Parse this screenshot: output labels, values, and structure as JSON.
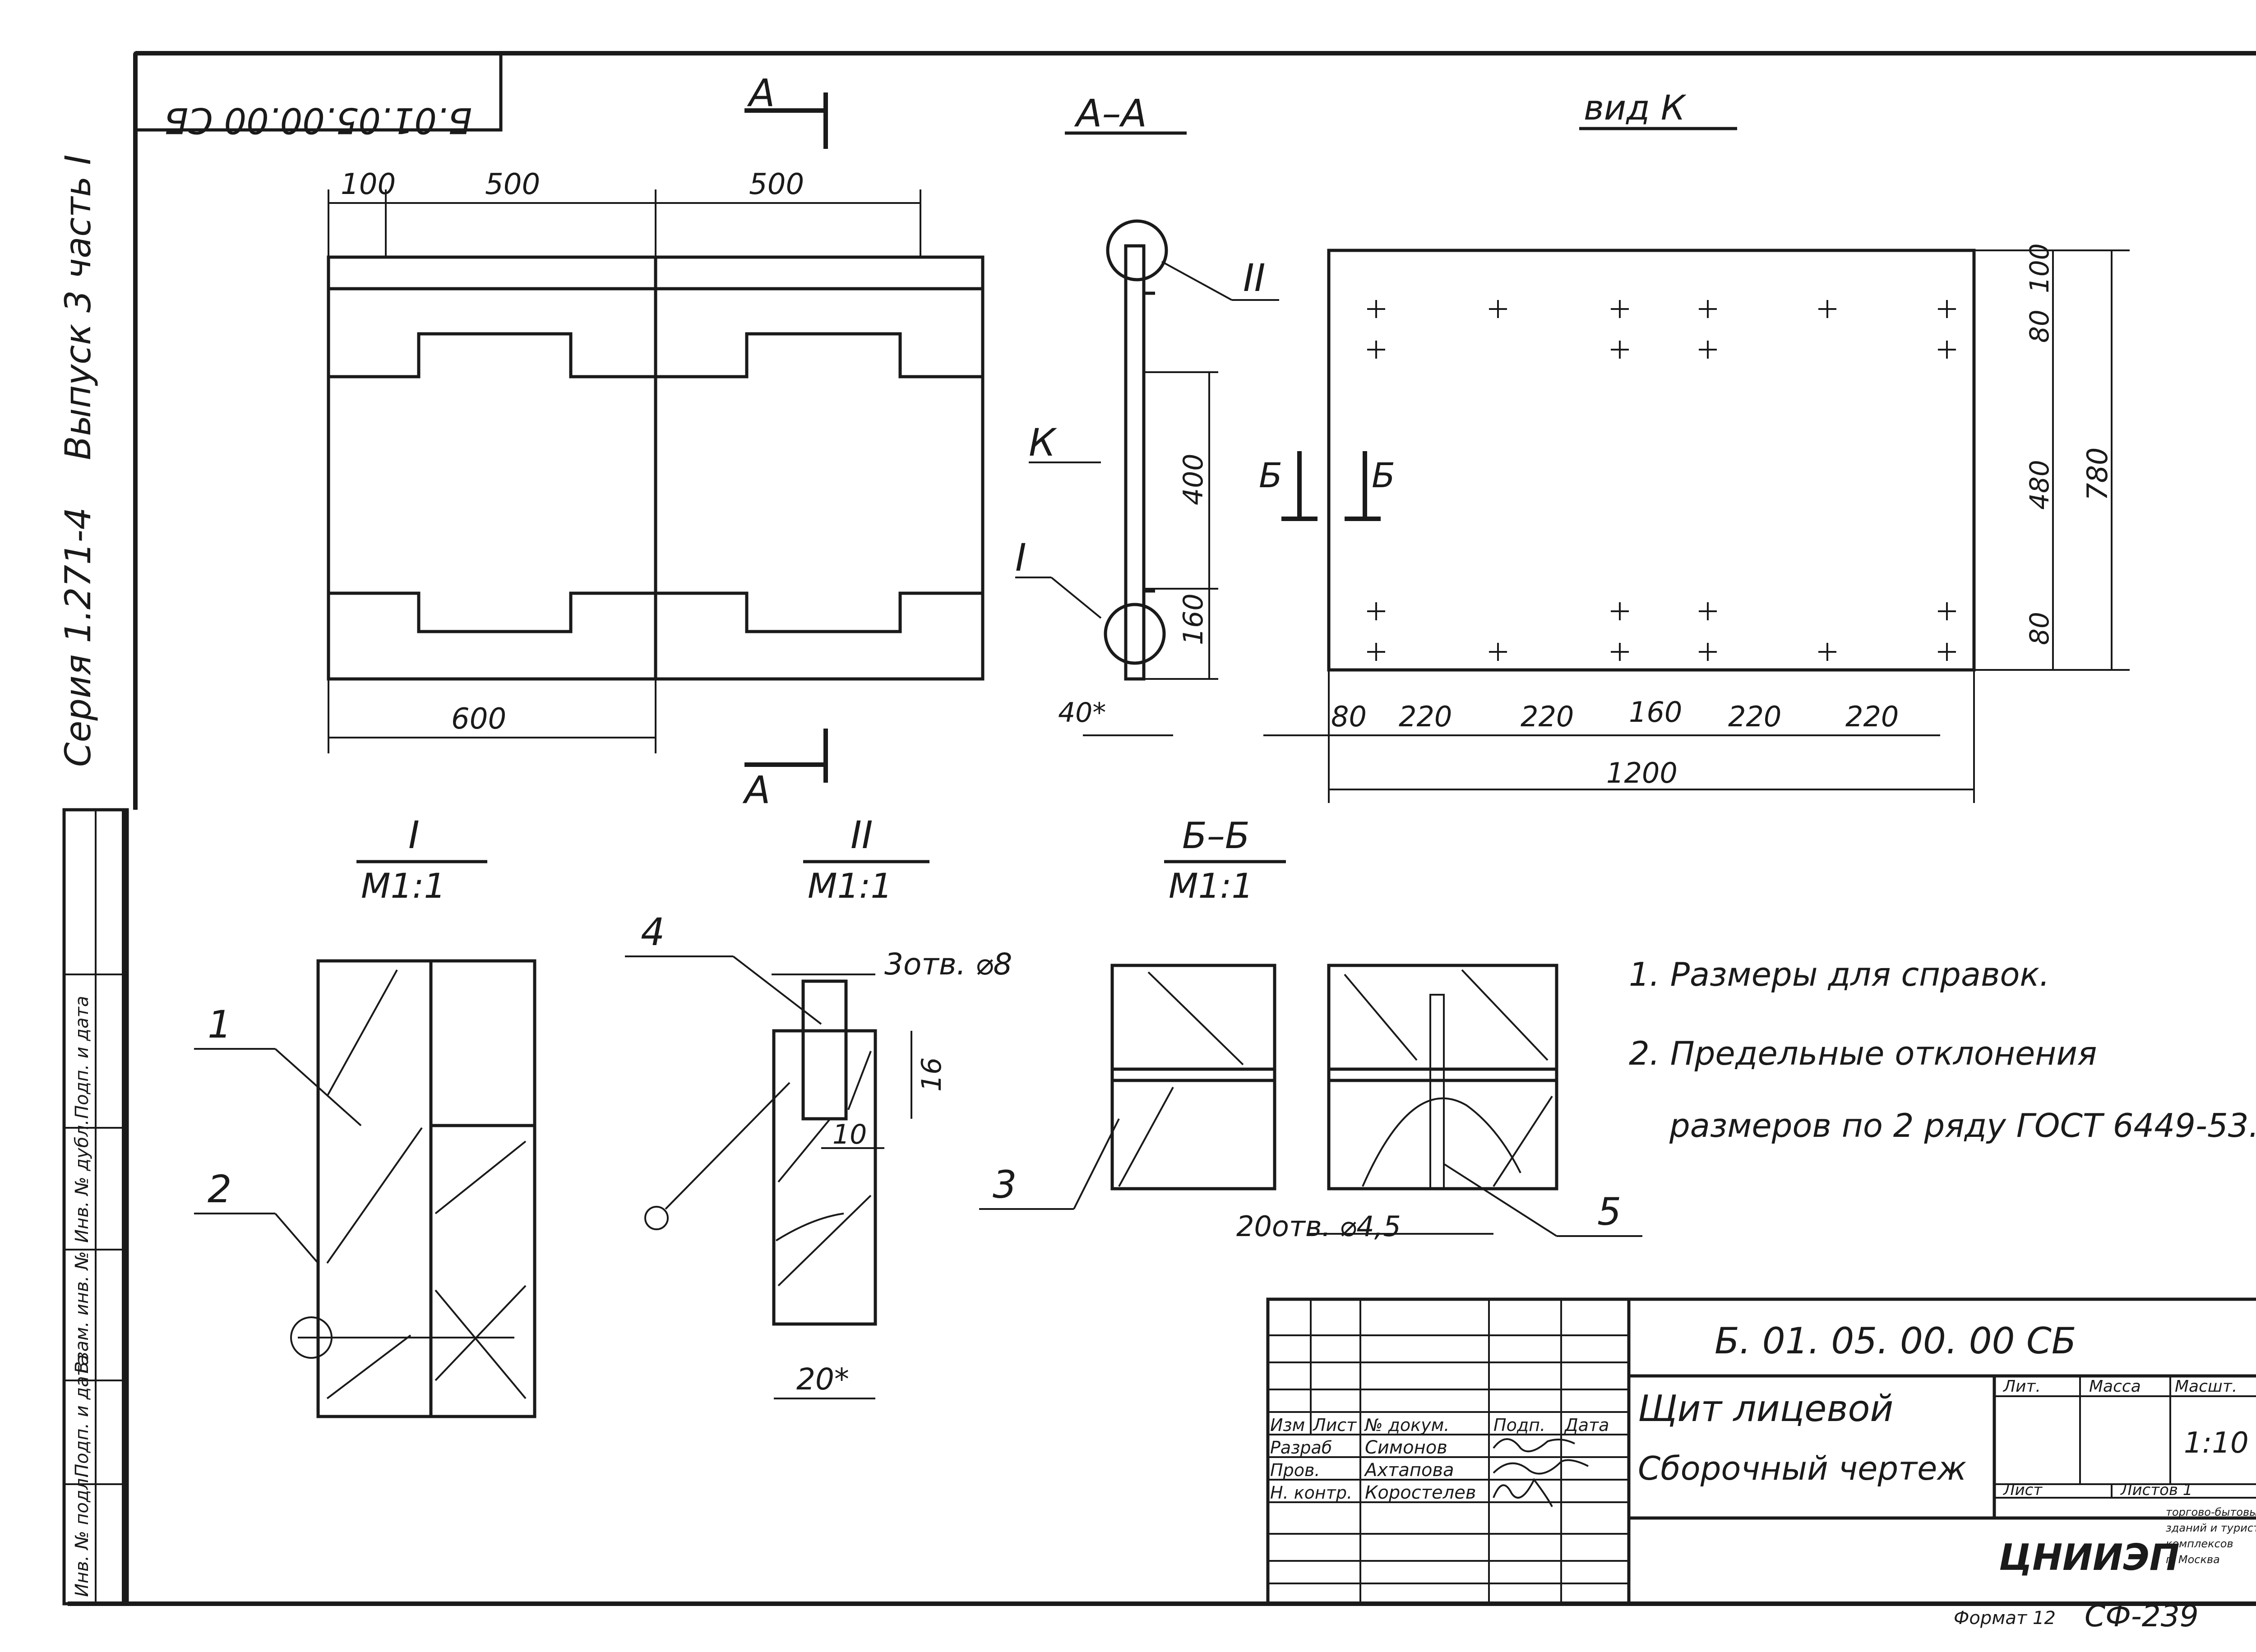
{
  "frame": {
    "doc_code_rotated": "Б.01.05.00.00 СБ",
    "series_left": "Серия 1.271-4",
    "issue_left": "Выпуск 3 часть I"
  },
  "left_stamp": [
    "Инв. № подл.",
    "Подп. и дата",
    "Взам. инв. №",
    "Инв. № дубл.",
    "Подп. и дата"
  ],
  "views": {
    "main": {
      "section_arrow": "А",
      "dims_top": [
        "100",
        "500",
        "500"
      ],
      "dim_bottom": "600"
    },
    "section_aa": {
      "title": "А–А",
      "label_k": "К",
      "label_ii": "II",
      "label_i": "I",
      "dim_400": "400",
      "dim_160": "160",
      "dim_40": "40*"
    },
    "view_k": {
      "title": "вид К",
      "section_b": "Б",
      "dims_bottom": [
        "80",
        "220",
        "220",
        "160",
        "220",
        "220"
      ],
      "dim_total": "1200",
      "dims_right": [
        "100",
        "80",
        "480",
        "80"
      ],
      "dim_height": "780"
    }
  },
  "details": {
    "detail_i": {
      "title": "I",
      "scale": "М1:1",
      "callouts": [
        "1",
        "2"
      ]
    },
    "detail_ii": {
      "title": "II",
      "scale": "М1:1",
      "callout": "4",
      "holes": "3отв. ⌀8",
      "dim_16": "16",
      "dim_10": "10",
      "dim_20": "20*"
    },
    "detail_bb": {
      "title": "Б–Б",
      "scale": "М1:1",
      "callouts": [
        "3",
        "5"
      ],
      "holes": "20отв. ⌀4,5"
    }
  },
  "notes": [
    "1. Размеры для справок.",
    "2. Предельные отклонения",
    "размеров по 2 ряду ГОСТ 6449-53."
  ],
  "title_block": {
    "designation": "Б. 01. 05. 00. 00 СБ",
    "name_line1": "Щит лицевой",
    "name_line2": "Сборочный чертеж",
    "col_headers": [
      "Изм",
      "Лист",
      "№ докум.",
      "Подп.",
      "Дата"
    ],
    "roles": [
      "Разраб",
      "Пров.",
      "Н. контр."
    ],
    "people": [
      "Симонов",
      "Ахтапова",
      "Коростелев"
    ],
    "lit": "Лит.",
    "mass": "Масса",
    "scale_label": "Масшт.",
    "scale_value": "1:10",
    "sheet_label": "Лист",
    "sheets_label": "Листов 1",
    "org_logo": "ЦНИИЭП",
    "org_text": [
      "торгово-бытовых",
      "зданий и туристских",
      "комплексов",
      "г. Москва"
    ],
    "format": "Формат 12",
    "sheet_code": "СФ-239"
  }
}
